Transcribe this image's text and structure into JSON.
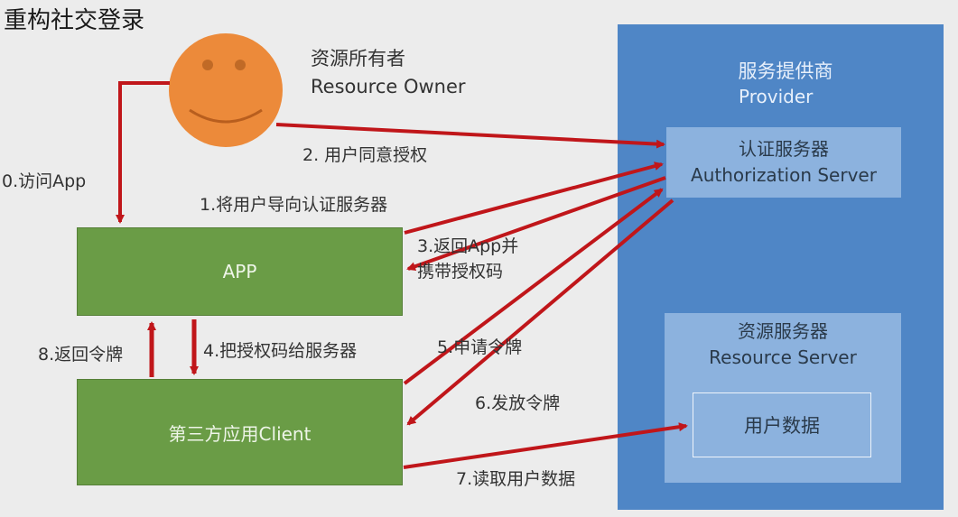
{
  "title": "重构社交登录",
  "resource_owner": {
    "name_cn": "资源所有者",
    "name_en": "Resource Owner"
  },
  "provider": {
    "title_cn": "服务提供商",
    "title_en": "Provider",
    "auth_server": {
      "cn": "认证服务器",
      "en": "Authorization Server"
    },
    "resource_server": {
      "cn": "资源服务器",
      "en": "Resource Server"
    },
    "user_data": "用户数据"
  },
  "app_label": "APP",
  "client_label": "第三方应用Client",
  "steps": {
    "s0": "0.访问App",
    "s1": "1.将用户导向认证服务器",
    "s2": "2. 用户同意授权",
    "s3a": "3.返回App并",
    "s3b": "携带授权码",
    "s4": "4.把授权码给服务器",
    "s5": "5.申请令牌",
    "s6": "6.发放令牌",
    "s7": "7.读取用户数据",
    "s8": "8.返回令牌"
  },
  "colors": {
    "arrow": "#c0161a",
    "green": "#6a9c46",
    "provider_blue": "#4f86c6",
    "inner_blue": "#8cb2de",
    "face": "#ec8a3a"
  }
}
